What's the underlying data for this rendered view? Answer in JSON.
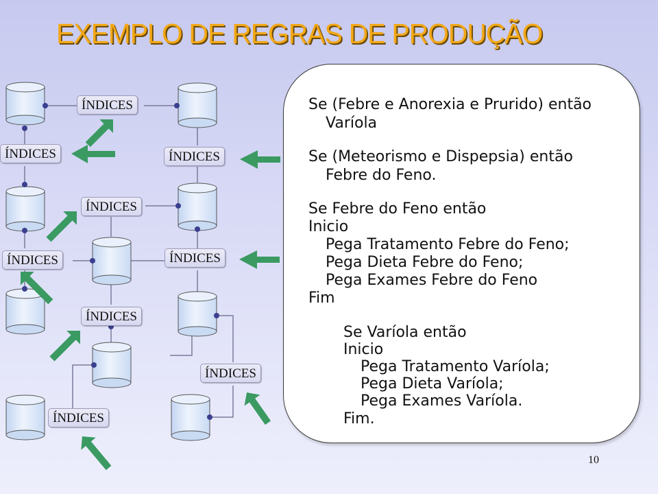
{
  "slide": {
    "title": "EXEMPLO DE REGRAS DE PRODUÇÃO",
    "page_number": "10"
  },
  "indices_labels": [
    "ÍNDICES",
    "ÍNDICES",
    "ÍNDICES",
    "ÍNDICES",
    "ÍNDICES",
    "ÍNDICES",
    "ÍNDICES",
    "ÍNDICES",
    "ÍNDICES"
  ],
  "rules": {
    "rule1": [
      "Se (Febre e Anorexia e Prurido) então",
      "Varíola"
    ],
    "rule2": [
      "Se (Meteorismo e Dispepsia) então",
      "Febre do Feno."
    ],
    "procedure1": {
      "header": "Se Febre do Feno então",
      "begin": "Inicio",
      "steps": [
        "Pega Tratamento Febre do Feno;",
        "Pega Dieta Febre do Feno;",
        "Pega Exames Febre do Feno"
      ],
      "end": "Fim"
    },
    "procedure2": {
      "header": "Se Varíola então",
      "begin": "Inicio",
      "steps": [
        "Pega Tratamento Varíola;",
        "Pega Dieta Varíola;",
        "Pega Exames Varíola."
      ],
      "end": "Fim."
    }
  },
  "colors": {
    "title": "#f3a817",
    "arrow": "#3a9a62",
    "cylinder_fill": "#dce9fb",
    "node_dot": "#3b3f8f"
  }
}
